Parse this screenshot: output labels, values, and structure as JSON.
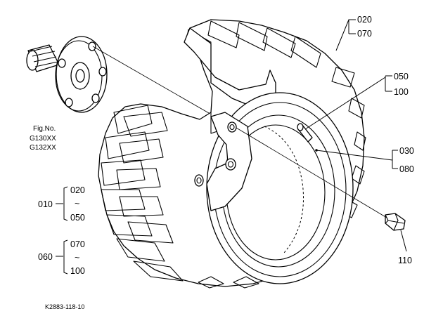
{
  "figure_ref": {
    "line1": "Fig.No.",
    "line2": "G130XX",
    "line3": "G132XX"
  },
  "callouts": {
    "c020": "020",
    "c070": "070",
    "c050": "050",
    "c100": "100",
    "c030": "030",
    "c080": "080",
    "c110": "110"
  },
  "group_010": {
    "label": "010",
    "top": "020",
    "tilde": "~",
    "bottom": "050"
  },
  "group_060": {
    "label": "060",
    "top": "070",
    "tilde": "~",
    "bottom": "100"
  },
  "drawing_code": "K2883-118-10"
}
